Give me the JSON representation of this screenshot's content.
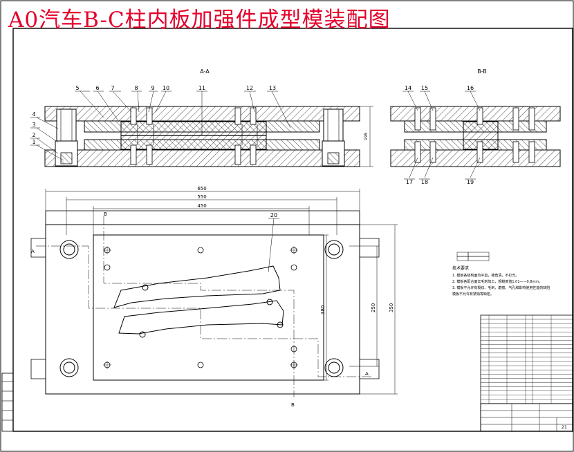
{
  "title": "A0汽车B-C柱内板加强件成型模装配图",
  "section_labels": {
    "aa": "A-A",
    "bb": "B-B"
  },
  "part_callouts": [
    "1",
    "2",
    "3",
    "4",
    "5",
    "6",
    "7",
    "8",
    "9",
    "10",
    "11",
    "12",
    "13",
    "14",
    "15",
    "16",
    "17",
    "18",
    "19",
    "20"
  ],
  "dimensions": {
    "width_650": "650",
    "width_550": "550",
    "width_450": "450",
    "height_380": "380",
    "height_250": "250",
    "height_350": "350",
    "stack_195": "195"
  },
  "cut_letters": {
    "a": "A",
    "b": "B"
  },
  "tech_req": {
    "heading": "技术要求",
    "lines": [
      "1. 模板各结构面均平直，棱角清，不打光。",
      "2. 模板各配合面去毛刺加工，粗糙度值1.01——0.8mm。",
      "3. 模板不允许有裂纹、毛刺、磨痕、气孔和影响使用性能的缺陷",
      "   模板不允许有锈蚀等缺陷。"
    ]
  },
  "title_block": {
    "number": "21"
  }
}
